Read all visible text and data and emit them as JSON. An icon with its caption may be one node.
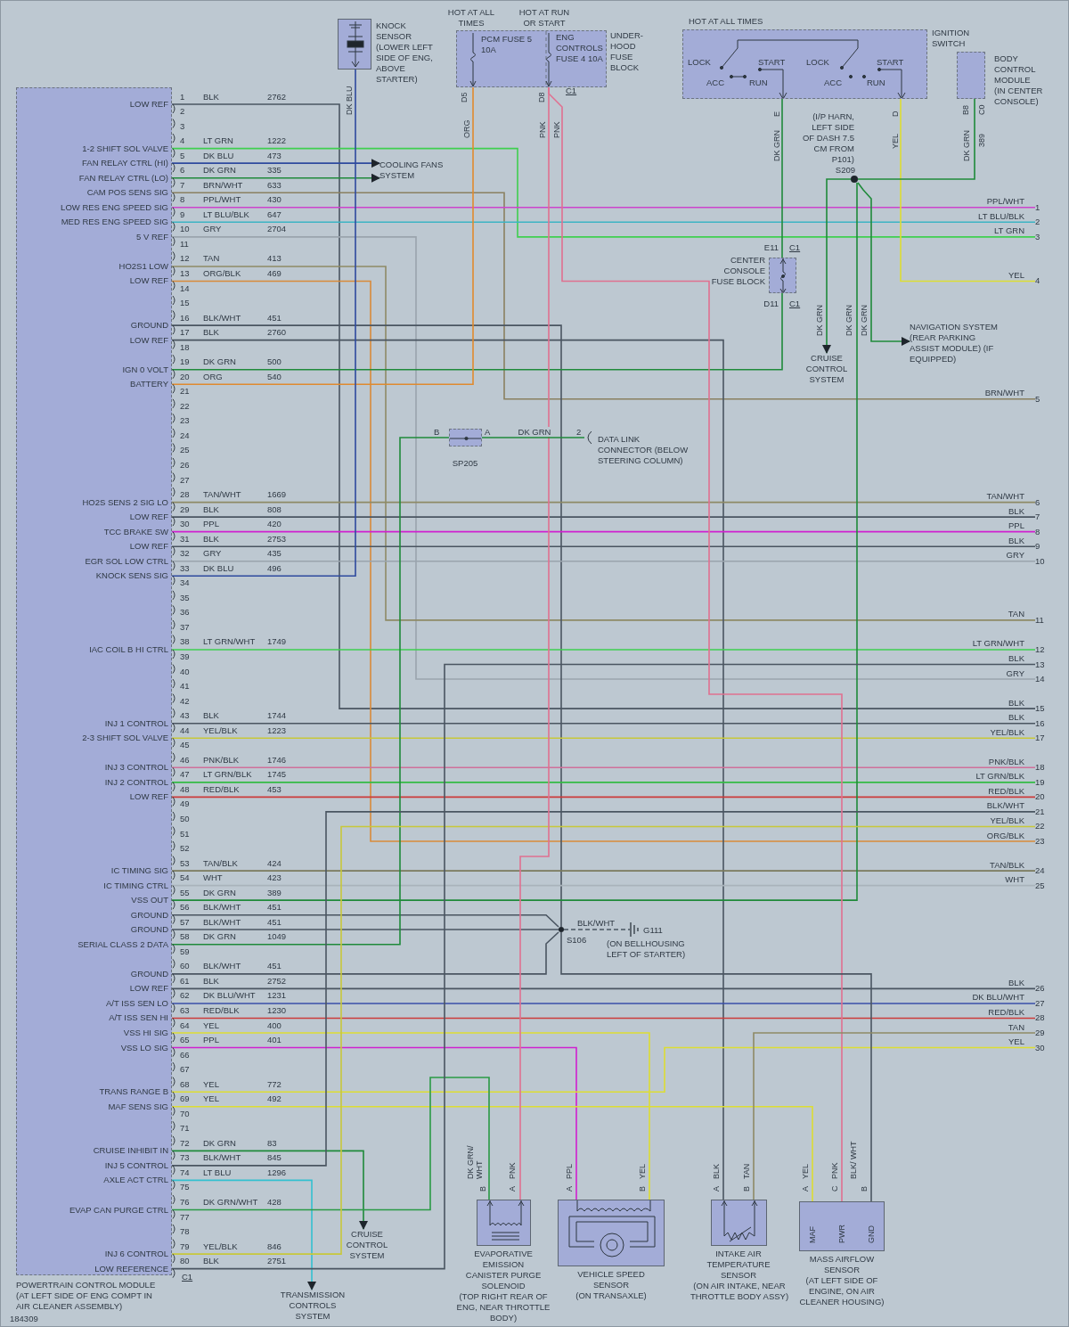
{
  "diagram": {
    "nodes": [
      {
        "text": [
          "LOW REF",
          "1-2 SHIFT SOL VALVE",
          "FAN RELAY CTRL (HI)",
          "FAN RELAY CTRL (LO)",
          "CAM POS SENS SIG",
          "LOW RES ENG SPEED SIG",
          "MED RES ENG SPEED SIG",
          "5 V REF",
          "HO2S1 LOW",
          "LOW REF",
          "GROUND",
          "LOW REF",
          "IGN 0 VOLT",
          "BATTERY",
          "HO2S SENS 2 SIG LO",
          "LOW REF",
          "TCC BRAKE SW",
          "LOW REF",
          "EGR SOL LOW CTRL",
          "KNOCK SENS SIG",
          "IAC COIL B HI CTRL",
          "INJ 1 CONTROL",
          "2-3 SHIFT SOL VALVE",
          "INJ 3 CONTROL",
          "INJ 2 CONTROL",
          "LOW REF",
          "IC TIMING SIG",
          "IC TIMING CTRL",
          "VSS OUT",
          "GROUND",
          "GROUND",
          "SERIAL CLASS 2 DATA",
          "GROUND",
          "LOW REF",
          "A/T ISS SEN LO",
          "A/T ISS SEN HI",
          "VSS HI SIG",
          "VSS LO SIG",
          "TRANS RANGE B",
          "MAF SENS SIG",
          "CRUISE INHIBIT IN",
          "INJ 5 CONTROL",
          "AXLE ACT CTRL",
          "EVAP CAN PURGE CTRL",
          "INJ 6 CONTROL",
          "LOW REFERENCE",
          "POWERTRAIN CONTROL MODULE (AT LEFT SIDE OF ENG COMPT IN AIR CLEANER ASSEMBLY)"
        ]
      },
      {
        "text": [
          "KNOCK SENSOR",
          "(LOWER LEFT SIDE OF ENG, ABOVE STARTER)"
        ]
      },
      {
        "text": [
          "UNDER-HOOD FUSE BLOCK"
        ]
      },
      {
        "text": [
          "PCM FUSE 5 10A"
        ],
        "in": 2
      },
      {
        "text": [
          "ENG CONTROLS FUSE 4 10A"
        ],
        "in": 2
      },
      {
        "text": [
          "IGNITION SWITCH",
          "LOCK",
          "START",
          "ACC",
          "RUN",
          "LOCK",
          "START",
          "ACC",
          "RUN"
        ]
      },
      {
        "text": [
          "BODY CONTROL MODULE",
          "(IN CENTER CONSOLE)"
        ]
      },
      {
        "text": [
          "COOLING FANS SYSTEM"
        ]
      },
      {
        "text": [
          "S209"
        ],
        "beside": [
          "(I/P HARN, LEFT SIDE OF DASH 7.5 CM FROM P101)"
        ]
      },
      {
        "text": [
          "CENTER CONSOLE FUSE BLOCK"
        ]
      },
      {
        "text": [
          "CRUISE CONTROL SYSTEM"
        ]
      },
      {
        "text": [
          "NAVIGATION SYSTEM (REAR PARKING ASSIST MODULE) (IF EQUIPPED)"
        ]
      },
      {
        "text": [
          "SP205"
        ]
      },
      {
        "text": [
          "DATA LINK CONNECTOR (BELOW STEERING COLUMN)"
        ]
      },
      {
        "text": [
          "S106"
        ]
      },
      {
        "text": [
          "G111",
          "(ON BELLHOUSING LEFT OF STARTER)"
        ]
      },
      {
        "text": [
          "CRUISE CONTROL SYSTEM"
        ]
      },
      {
        "text": [
          "TRANSMISSION CONTROLS SYSTEM"
        ]
      },
      {
        "text": [
          "EVAPORATIVE EMISSION CANISTER PURGE SOLENOID",
          "(TOP RIGHT REAR OF ENG, NEAR THROTTLE BODY)"
        ]
      },
      {
        "text": [
          "VEHICLE SPEED SENSOR",
          "(ON TRANSAXLE)"
        ]
      },
      {
        "text": [
          "INTAKE AIR TEMPERATURE SENSOR",
          "(ON AIR INTAKE, NEAR THROTTLE BODY ASSY)"
        ]
      },
      {
        "text": [
          "MAF",
          "PWR",
          "GND",
          "MASS AIRFLOW SENSOR",
          "(AT LEFT SIDE OF ENGINE, ON AIR CLEANER HOUSING)"
        ]
      },
      {
        "text": [
          "1"
        ]
      },
      {
        "text": [
          "2"
        ]
      },
      {
        "text": [
          "3"
        ]
      },
      {
        "text": [
          "4"
        ]
      },
      {
        "text": [
          "5"
        ]
      },
      {
        "text": [
          "6"
        ]
      },
      {
        "text": [
          "7"
        ]
      },
      {
        "text": [
          "8"
        ]
      },
      {
        "text": [
          "9"
        ]
      },
      {
        "text": [
          "10"
        ]
      },
      {
        "text": [
          "11"
        ]
      },
      {
        "text": [
          "12"
        ]
      },
      {
        "text": [
          "13"
        ]
      },
      {
        "text": [
          "14"
        ]
      },
      {
        "text": [
          "15"
        ]
      },
      {
        "text": [
          "16"
        ]
      },
      {
        "text": [
          "17"
        ]
      },
      {
        "text": [
          "18"
        ]
      },
      {
        "text": [
          "19"
        ]
      },
      {
        "text": [
          "20"
        ]
      },
      {
        "text": [
          "21"
        ]
      },
      {
        "text": [
          "22"
        ]
      },
      {
        "text": [
          "23"
        ]
      },
      {
        "text": [
          "24"
        ]
      },
      {
        "text": [
          "25"
        ]
      },
      {
        "text": [
          "26"
        ]
      },
      {
        "text": [
          "27"
        ]
      },
      {
        "text": [
          "28"
        ]
      },
      {
        "text": [
          "29"
        ]
      },
      {
        "text": [
          "30"
        ]
      }
    ],
    "edges": [
      {
        "from": 0,
        "to": 36,
        "arrow": "none",
        "label": "BLK"
      },
      {
        "from": 0,
        "to": 24,
        "arrow": "none",
        "label": "LT GRN",
        "color": "#3fcf4f"
      },
      {
        "from": 0,
        "to": 7,
        "arrow": "to",
        "color": "#2e4a9e"
      },
      {
        "from": 0,
        "to": 7,
        "arrow": "to",
        "color": "#1f8a3a"
      },
      {
        "from": 0,
        "to": 26,
        "arrow": "none",
        "label": "BRN/WHT",
        "color": "#8a8060"
      },
      {
        "from": 0,
        "to": 22,
        "arrow": "none",
        "label": "PPL/WHT",
        "color": "#cc44cc"
      },
      {
        "from": 0,
        "to": 23,
        "arrow": "none",
        "label": "LT BLU/BLK",
        "color": "#3cb4c4"
      },
      {
        "from": 0,
        "to": 35,
        "arrow": "none",
        "label": "GRY",
        "color": "#9aa4ad"
      },
      {
        "from": 0,
        "to": 32,
        "arrow": "none",
        "label": "TAN",
        "color": "#8e8a66"
      },
      {
        "from": 0,
        "to": 44,
        "arrow": "none",
        "label": "ORG/BLK",
        "color": "#d98a3a"
      },
      {
        "from": 0,
        "to": 14,
        "arrow": "none"
      },
      {
        "from": 0,
        "to": 20,
        "arrow": "none"
      },
      {
        "from": 0,
        "to": 9,
        "arrow": "none",
        "color": "#1f8a3a"
      },
      {
        "from": 0,
        "to": 3,
        "arrow": "none",
        "color": "#e08a2e"
      },
      {
        "from": 0,
        "to": 27,
        "arrow": "none",
        "label": "TAN/WHT",
        "color": "#8e8a66"
      },
      {
        "from": 0,
        "to": 28,
        "arrow": "none",
        "label": "BLK"
      },
      {
        "from": 0,
        "to": 29,
        "arrow": "none",
        "label": "PPL",
        "color": "#d020d0"
      },
      {
        "from": 0,
        "to": 30,
        "arrow": "none",
        "label": "BLK"
      },
      {
        "from": 0,
        "to": 31,
        "arrow": "none",
        "label": "GRY",
        "color": "#9aa4ad"
      },
      {
        "from": 0,
        "to": 1,
        "arrow": "none",
        "color": "#2e4a9e"
      },
      {
        "from": 0,
        "to": 33,
        "arrow": "none",
        "label": "LT GRN/WHT",
        "color": "#3fcf4f"
      },
      {
        "from": 0,
        "to": 37,
        "arrow": "none",
        "label": "BLK"
      },
      {
        "from": 0,
        "to": 38,
        "arrow": "none",
        "label": "YEL/BLK",
        "color": "#c8c83a"
      },
      {
        "from": 0,
        "to": 39,
        "arrow": "none",
        "label": "PNK/BLK",
        "color": "#d0709a"
      },
      {
        "from": 0,
        "to": 40,
        "arrow": "none",
        "label": "LT GRN/BLK",
        "color": "#33bb44"
      },
      {
        "from": 0,
        "to": 41,
        "arrow": "none",
        "label": "RED/BLK",
        "color": "#cc3b3b"
      },
      {
        "from": 0,
        "to": 45,
        "arrow": "none",
        "label": "TAN/BLK",
        "color": "#7a7a5c"
      },
      {
        "from": 0,
        "to": 46,
        "arrow": "none",
        "label": "WHT",
        "color": "#a9b3bb"
      },
      {
        "from": 0,
        "to": 8,
        "arrow": "none",
        "color": "#1f8a3a"
      },
      {
        "from": 0,
        "to": 14,
        "arrow": "none"
      },
      {
        "from": 0,
        "to": 14,
        "arrow": "none"
      },
      {
        "from": 0,
        "to": 12,
        "arrow": "none",
        "color": "#1f8a3a"
      },
      {
        "from": 0,
        "to": 14,
        "arrow": "none"
      },
      {
        "from": 0,
        "to": 47,
        "arrow": "none",
        "label": "BLK"
      },
      {
        "from": 0,
        "to": 48,
        "arrow": "none",
        "label": "DK BLU/WHT",
        "color": "#3a4fa8"
      },
      {
        "from": 0,
        "to": 49,
        "arrow": "none",
        "label": "RED/BLK",
        "color": "#cc3b3b"
      },
      {
        "from": 0,
        "to": 19,
        "arrow": "none",
        "color": "#dddd33"
      },
      {
        "from": 0,
        "to": 19,
        "arrow": "none",
        "color": "#d020d0"
      },
      {
        "from": 0,
        "to": 51,
        "arrow": "none",
        "label": "YEL",
        "color": "#dddd33"
      },
      {
        "from": 0,
        "to": 21,
        "arrow": "none",
        "color": "#dddd33"
      },
      {
        "from": 0,
        "to": 16,
        "arrow": "to",
        "color": "#1f8a3a"
      },
      {
        "from": 0,
        "to": 42,
        "arrow": "none",
        "label": "BLK/WHT"
      },
      {
        "from": 0,
        "to": 17,
        "arrow": "to",
        "color": "#33c0d0"
      },
      {
        "from": 0,
        "to": 18,
        "arrow": "none",
        "color": "#2a9a45"
      },
      {
        "from": 0,
        "to": 43,
        "arrow": "none",
        "label": "YEL/BLK",
        "color": "#c8c83a"
      },
      {
        "from": 0,
        "to": 34,
        "arrow": "none",
        "label": "BLK"
      },
      {
        "from": 4,
        "to": 18,
        "arrow": "none",
        "color": "#e07090"
      },
      {
        "from": 4,
        "to": 21,
        "arrow": "none",
        "color": "#e07090"
      },
      {
        "from": 5,
        "to": 9,
        "arrow": "none",
        "color": "#1f8a3a"
      },
      {
        "from": 5,
        "to": 25,
        "arrow": "none",
        "label": "YEL",
        "color": "#dddd33"
      },
      {
        "from": 6,
        "to": 8,
        "arrow": "none",
        "color": "#1f8a3a"
      },
      {
        "from": 8,
        "to": 10,
        "arrow": "to",
        "color": "#1f8a3a"
      },
      {
        "from": 8,
        "to": 11,
        "arrow": "to",
        "color": "#1f8a3a"
      },
      {
        "from": 12,
        "to": 13,
        "arrow": "none",
        "label": "DK GRN",
        "color": "#1f8a3a"
      },
      {
        "from": 14,
        "to": 15,
        "arrow": "none",
        "label": "BLK/WHT",
        "style": "dashed"
      },
      {
        "from": 14,
        "to": 21,
        "arrow": "none"
      },
      {
        "from": 20,
        "to": 50,
        "arrow": "none",
        "label": "TAN",
        "color": "#8e8a66"
      }
    ],
    "labels": [
      "1",
      "BLK",
      "2762",
      "2",
      "3",
      "4",
      "LT GRN",
      "1222",
      "5",
      "DK BLU",
      "473",
      "6",
      "DK GRN",
      "335",
      "7",
      "BRN/WHT",
      "633",
      "8",
      "PPL/WHT",
      "430",
      "9",
      "LT BLU/BLK",
      "647",
      "10",
      "GRY",
      "2704",
      "11",
      "12",
      "TAN",
      "413",
      "13",
      "ORG/BLK",
      "469",
      "14",
      "15",
      "16",
      "BLK/WHT",
      "451",
      "17",
      "BLK",
      "2760",
      "18",
      "19",
      "DK GRN",
      "500",
      "20",
      "ORG",
      "540",
      "21",
      "22",
      "23",
      "24",
      "25",
      "26",
      "27",
      "28",
      "TAN/WHT",
      "1669",
      "29",
      "BLK",
      "808",
      "30",
      "PPL",
      "420",
      "31",
      "BLK",
      "2753",
      "32",
      "GRY",
      "435",
      "33",
      "DK BLU",
      "496",
      "34",
      "35",
      "36",
      "37",
      "38",
      "LT GRN/WHT",
      "1749",
      "39",
      "40",
      "41",
      "42",
      "43",
      "BLK",
      "1744",
      "44",
      "YEL/BLK",
      "1223",
      "45",
      "46",
      "PNK/BLK",
      "1746",
      "47",
      "LT GRN/BLK",
      "1745",
      "48",
      "RED/BLK",
      "453",
      "49",
      "50",
      "51",
      "52",
      "53",
      "TAN/BLK",
      "424",
      "54",
      "WHT",
      "423",
      "55",
      "DK GRN",
      "389",
      "56",
      "BLK/WHT",
      "451",
      "57",
      "BLK/WHT",
      "451",
      "58",
      "DK GRN",
      "1049",
      "59",
      "60",
      "BLK/WHT",
      "451",
      "61",
      "BLK",
      "2752",
      "62",
      "DK BLU/WHT",
      "1231",
      "63",
      "RED/BLK",
      "1230",
      "64",
      "YEL",
      "400",
      "65",
      "PPL",
      "401",
      "66",
      "67",
      "68",
      "YEL",
      "772",
      "69",
      "YEL",
      "492",
      "70",
      "71",
      "72",
      "DK GRN",
      "83",
      "73",
      "BLK/WHT",
      "845",
      "74",
      "LT BLU",
      "1296",
      "75",
      "76",
      "DK GRN/WHT",
      "428",
      "77",
      "78",
      "79",
      "YEL/BLK",
      "846",
      "80",
      "BLK",
      "2751",
      "HOT AT ALL TIMES",
      "HOT AT RUN OR START",
      "HOT AT ALL TIMES",
      "DK BLU",
      "D5",
      "ORG",
      "D8",
      "C1",
      "PNK",
      "PNK",
      "E",
      "DK GRN",
      "D",
      "YEL",
      "B8",
      "DK GRN",
      "C0",
      "389",
      "E11",
      "C1",
      "D11",
      "C1",
      "DK GRN",
      "DK GRN",
      "DK GRN",
      "B",
      "A",
      "2",
      "C1",
      "184309",
      "DK GRN/ WHT",
      "PNK",
      "B",
      "A",
      "PPL",
      "YEL",
      "A",
      "B",
      "BLK",
      "TAN",
      "A",
      "B",
      "YEL",
      "PNK",
      "BLK/ WHT",
      "A",
      "C",
      "B"
    ]
  }
}
